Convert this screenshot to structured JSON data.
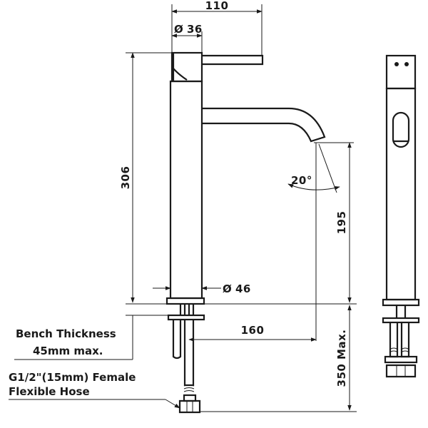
{
  "dimensions": {
    "overall_width": "110",
    "handle_diameter": "36",
    "body_height": "306",
    "spout_height": "195",
    "spout_angle": "20°",
    "body_diameter": "46",
    "spout_reach": "160",
    "max_below_bench": "350 Max."
  },
  "notes": {
    "bench_line1": "Bench Thickness",
    "bench_line2": "45mm max.",
    "hose_line1": "G1/2\"(15mm) Female",
    "hose_line2": "Flexible Hose"
  },
  "symbols": {
    "diameter": "Ø"
  }
}
